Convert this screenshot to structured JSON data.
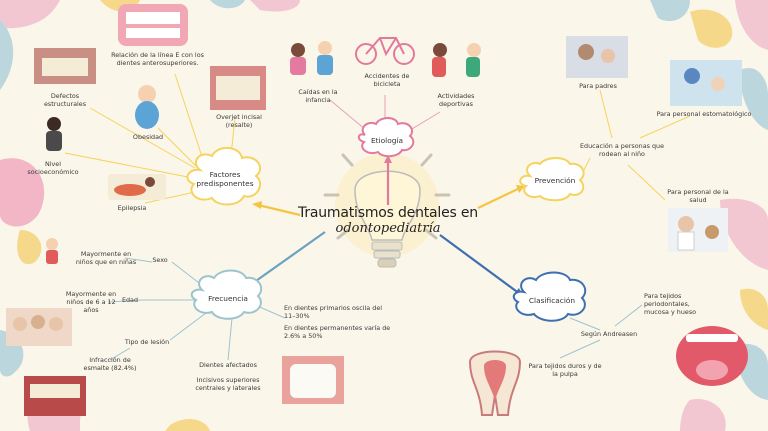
{
  "title": {
    "line1": "Traumatismos dentales en",
    "line2": "odontopediatría"
  },
  "nodes": {
    "factores": "Factores predisponentes",
    "etiologia": "Etiología",
    "prevencion": "Prevención",
    "frecuencia": "Frecuencia",
    "clasificacion": "Clasificación"
  },
  "factores_items": {
    "relacion": "Relación de la línea E con los dientes anterosuperiores.",
    "defectos": "Defectos estructurales",
    "obesidad": "Obesidad",
    "overjet": "Overjet incisal (resalte)",
    "nivel": "Nivel socioeconómico",
    "epilepsia": "Epilepsia"
  },
  "etiologia_items": {
    "caidas": "Caídas en la infancia",
    "bicicleta": "Accidentes de bicicleta",
    "deportivas": "Actividades deportivas"
  },
  "prevencion_items": {
    "educacion": "Educación a personas que rodean al niño",
    "padres": "Para padres",
    "estomatologico": "Para personal estomatológico",
    "salud": "Para personal de la salud"
  },
  "frecuencia_items": {
    "sexo": "Sexo",
    "sexo_detail": "Mayormente en niños que en niñas",
    "edad": "Edad",
    "edad_detail": "Mayormente en niños de 6 a 12 años",
    "tipo": "Tipo de lesión",
    "tipo_detail": "Infracción de esmalte (82.4%)",
    "dientes": "Dientes afectados",
    "dientes_detail": "Incisivos superiores centrales y laterales",
    "primarios": "En dientes primarios oscila del 11–30%",
    "permanentes": "En dientes permanentes varía de 2.6% a 50%"
  },
  "clasificacion_items": {
    "andreasen": "Según Andreasen",
    "periodontales": "Para tejidos periodontales, mucosa y hueso",
    "duros": "Para tejidos duros y de la pulpa"
  },
  "colors": {
    "background": "#fbf6ea",
    "blue": "#5b87c0",
    "yellow": "#f4d35e",
    "pink": "#e27a9c",
    "teal": "#9cc4cf"
  }
}
